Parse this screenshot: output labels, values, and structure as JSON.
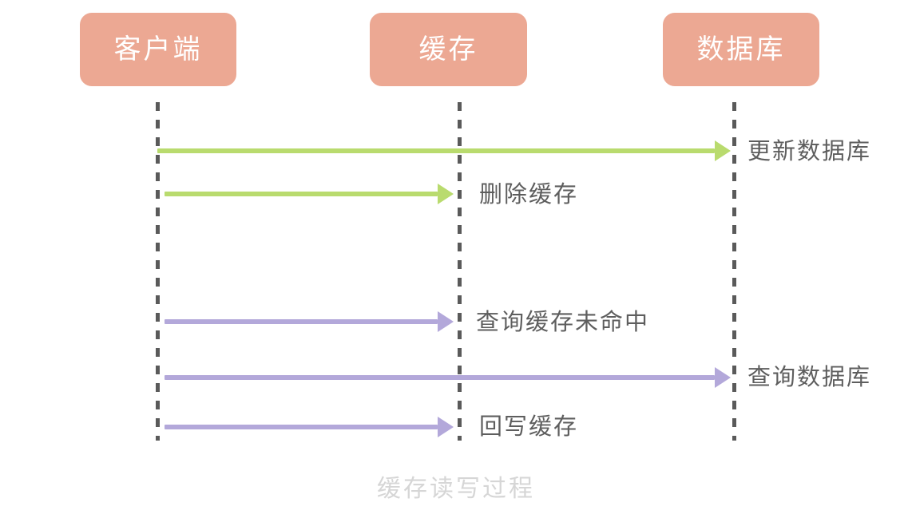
{
  "diagram": {
    "caption": "缓存读写过程",
    "colors": {
      "participant_box": "#eca893",
      "participant_label": "#ffffff",
      "lifeline": "#5a5a5a",
      "message_write": "#b9db6e",
      "message_read": "#b3a8da",
      "message_label": "#5e5e5e",
      "caption": "#d6d6d6",
      "background": "#ffffff"
    },
    "participants": [
      {
        "id": "client",
        "label": "客户端"
      },
      {
        "id": "cache",
        "label": "缓存"
      },
      {
        "id": "database",
        "label": "数据库"
      }
    ],
    "messages": [
      {
        "label": "更新数据库",
        "from": "client",
        "to": "database",
        "color": "green"
      },
      {
        "label": "删除缓存",
        "from": "client",
        "to": "cache",
        "color": "green"
      },
      {
        "label": "查询缓存未命中",
        "from": "client",
        "to": "cache",
        "color": "purple"
      },
      {
        "label": "查询数据库",
        "from": "client",
        "to": "database",
        "color": "purple"
      },
      {
        "label": "回写缓存",
        "from": "client",
        "to": "cache",
        "color": "purple"
      }
    ]
  }
}
